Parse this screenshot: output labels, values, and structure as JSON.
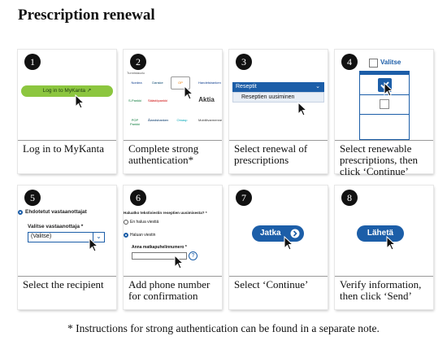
{
  "title": "Prescription renewal",
  "footnote": "* Instructions for strong authentication can be found in a separate note.",
  "steps": [
    {
      "num": "1",
      "caption": "Log in to MyKanta",
      "screen": {
        "button": "Log in to MyKanta"
      }
    },
    {
      "num": "2",
      "caption": "Complete strong authentication*",
      "screen": {
        "header": "Tunnistaudu",
        "banks": [
          "Nordea",
          "Danske",
          "OP",
          "Handelsbanken",
          "S-Pankki",
          "Säästöpankki",
          "Aktia",
          "POP Pankki",
          "Ålandsbanken",
          "Omasp",
          "Mobiilivarmenne"
        ]
      }
    },
    {
      "num": "3",
      "caption": "Select renewal of prescriptions",
      "screen": {
        "menu": "Reseptit",
        "item": "Reseptien uusiminen"
      }
    },
    {
      "num": "4",
      "caption": "Select renewable prescriptions, then click ‘Continue’",
      "screen": {
        "header": "Valitse"
      }
    },
    {
      "num": "5",
      "caption": "Select the recipient",
      "screen": {
        "radio": "Ehdotetut vastaanottajat",
        "label": "Valitse vastaanottaja *",
        "select": "(Valitse)"
      }
    },
    {
      "num": "6",
      "caption": "Add phone number for confirmation",
      "screen": {
        "question": "Haluatko tekstiviestin reseptien uusimisesta? *",
        "opt1": "En halua viestiä",
        "opt2": "Haluan viestin",
        "label": "Anna matkapuhelinnumero *",
        "help": "?"
      }
    },
    {
      "num": "7",
      "caption": "Select ‘Continue’",
      "screen": {
        "button": "Jatka"
      }
    },
    {
      "num": "8",
      "caption": "Verify information, then click ‘Send’",
      "screen": {
        "button": "Lähetä"
      }
    }
  ],
  "colors": {
    "accent_blue": "#1c5ea8",
    "accent_green": "#8cc63f"
  },
  "icons": {
    "cursor": "arrow-cursor-icon",
    "external": "external-link-icon",
    "chevron": "chevron-down-icon",
    "check": "checkmark-icon",
    "arrow": "arrow-right-icon"
  }
}
